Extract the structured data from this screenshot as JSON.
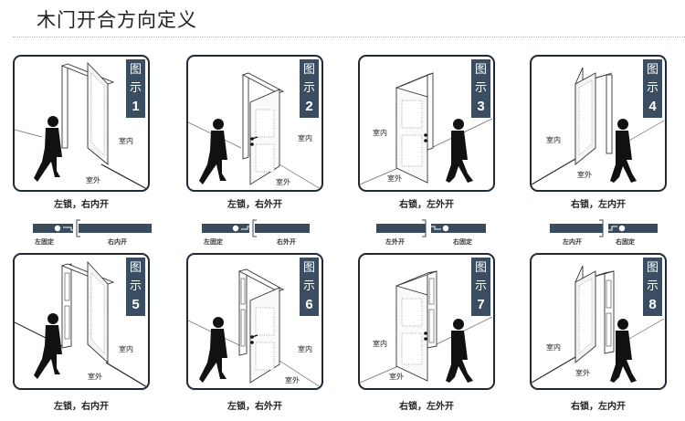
{
  "page": {
    "title": "木门开合方向定义"
  },
  "labels": {
    "indoor": "室内",
    "outdoor": "室外",
    "badge_line1": "图",
    "badge_line2": "示"
  },
  "colors": {
    "badge_bg": "#3a4d61",
    "panel_border": "#1f2a36",
    "plan_bar": "#3a4b5e"
  },
  "figures": [
    {
      "number": "1",
      "caption": "左锁，右内开"
    },
    {
      "number": "2",
      "caption": "左锁，右外开"
    },
    {
      "number": "3",
      "caption": "右锁，左外开"
    },
    {
      "number": "4",
      "caption": "右锁，左内开"
    },
    {
      "number": "5",
      "caption": "左锁，右内开"
    },
    {
      "number": "6",
      "caption": "左锁，右外开"
    },
    {
      "number": "7",
      "caption": "右锁，左外开"
    },
    {
      "number": "8",
      "caption": "右锁，左内开"
    }
  ],
  "plans": [
    {
      "left_label": "左固定",
      "right_label": "右内开"
    },
    {
      "left_label": "左固定",
      "right_label": "右外开"
    },
    {
      "left_label": "左外开",
      "right_label": "右固定"
    },
    {
      "left_label": "左内开",
      "right_label": "右固定"
    }
  ]
}
